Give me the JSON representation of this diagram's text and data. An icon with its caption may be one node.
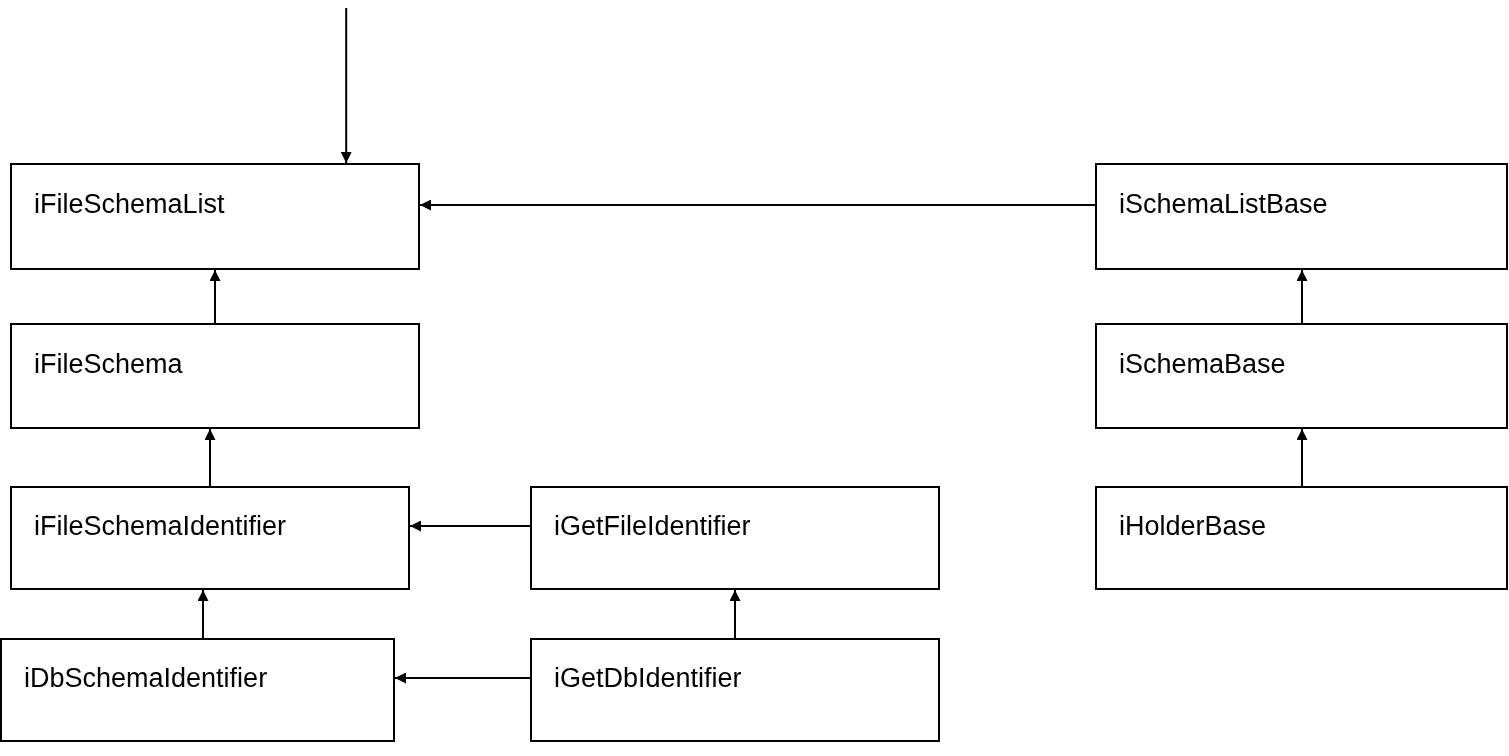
{
  "diagram": {
    "nodes": [
      {
        "text": [
          "iFileSchemaList"
        ]
      },
      {
        "text": [
          "iSchemaListBase"
        ]
      },
      {
        "text": [
          "iFileSchema"
        ]
      },
      {
        "text": [
          "iSchemaBase"
        ]
      },
      {
        "text": [
          "iFileSchemaIdentifier"
        ]
      },
      {
        "text": [
          "iGetFileIdentifier"
        ]
      },
      {
        "text": [
          "iHolderBase"
        ]
      },
      {
        "text": [
          "iDbSchemaIdentifier"
        ]
      },
      {
        "text": [
          "iGetDbIdentifier"
        ]
      }
    ],
    "edges": [
      {
        "from": null,
        "to": 0,
        "arrow": "to"
      },
      {
        "from": 1,
        "to": 0,
        "arrow": "to"
      },
      {
        "from": 2,
        "to": 0,
        "arrow": "to"
      },
      {
        "from": 3,
        "to": 1,
        "arrow": "to"
      },
      {
        "from": 4,
        "to": 2,
        "arrow": "to"
      },
      {
        "from": 5,
        "to": 4,
        "arrow": "to"
      },
      {
        "from": 6,
        "to": 3,
        "arrow": "to"
      },
      {
        "from": 7,
        "to": 4,
        "arrow": "to"
      },
      {
        "from": 8,
        "to": 7,
        "arrow": "to"
      },
      {
        "from": 8,
        "to": 5,
        "arrow": "to"
      }
    ]
  }
}
